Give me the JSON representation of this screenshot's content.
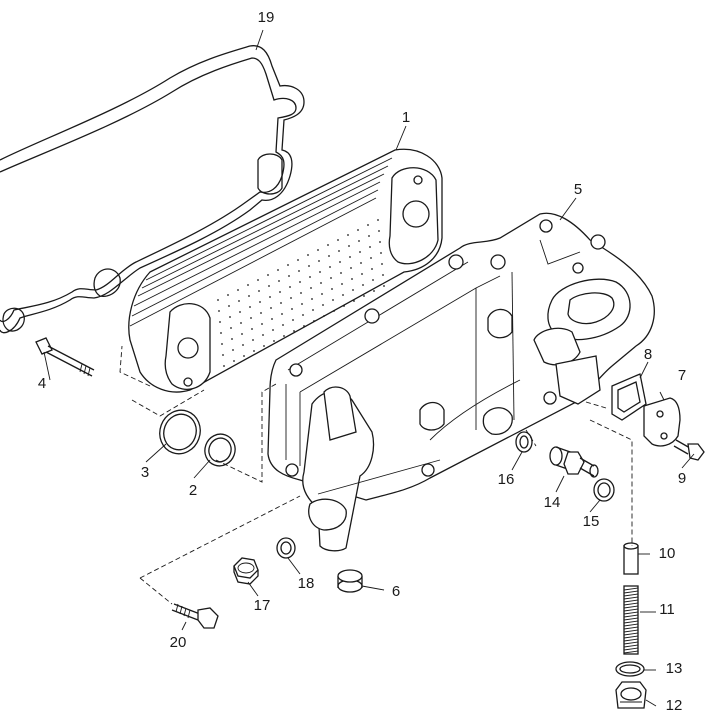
{
  "diagram": {
    "part_numbers": [
      "1",
      "2",
      "3",
      "4",
      "5",
      "6",
      "7",
      "8",
      "9",
      "10",
      "11",
      "12",
      "13",
      "14",
      "15",
      "16",
      "17",
      "18",
      "19",
      "20"
    ]
  }
}
